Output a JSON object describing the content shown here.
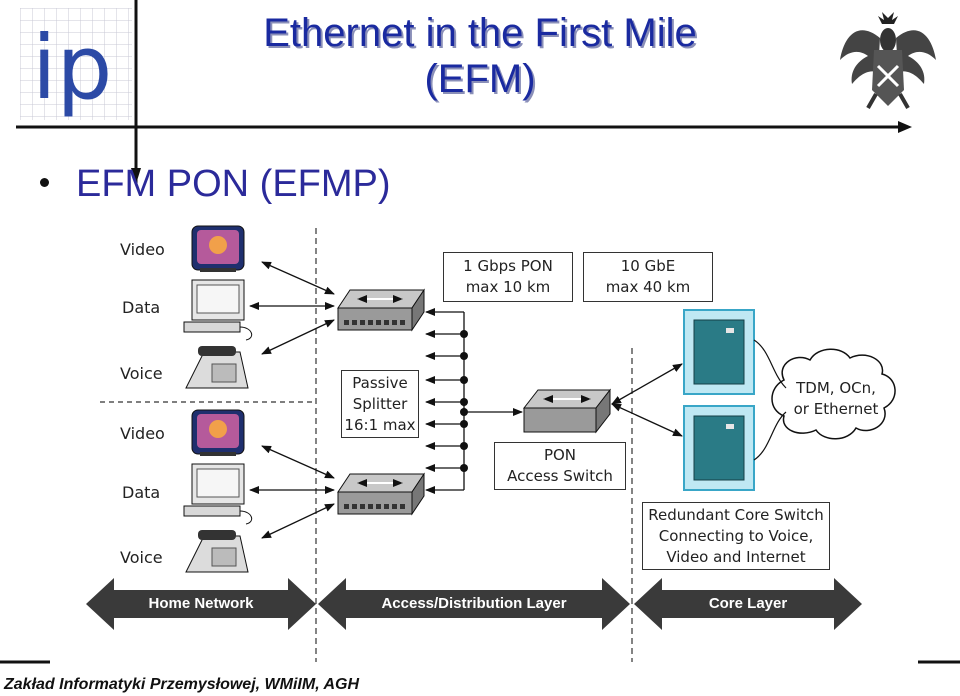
{
  "slide": {
    "title_line1": "Ethernet in the First Mile",
    "title_line2": "(EFM)",
    "bullet": "EFM PON (EFMP)",
    "footer": "Zakład Informatyki Przemysłowej, WMiIM, AGH"
  },
  "logo": {
    "text": "ip"
  },
  "diagram": {
    "device_labels": [
      "Video",
      "Data",
      "Voice",
      "Video",
      "Data",
      "Voice"
    ],
    "box_pon": "1 Gbps PON\nmax 10 km",
    "box_gbe": "10 GbE\nmax 40 km",
    "box_splitter": "Passive\nSplitter\n16:1 max",
    "box_access_switch": "PON\nAccess Switch",
    "box_core_switch": "Redundant Core Switch\nConnecting to Voice,\nVideo and Internet",
    "cloud": "TDM, OCn,\nor Ethernet",
    "layer_home": "Home Network",
    "layer_access": "Access/Distribution Layer",
    "layer_core": "Core Layer"
  },
  "colors": {
    "title": "#1a2aa0",
    "bullet": "#2b2a9a",
    "bar": "#3a3a3a",
    "server": "#2a7b86"
  }
}
